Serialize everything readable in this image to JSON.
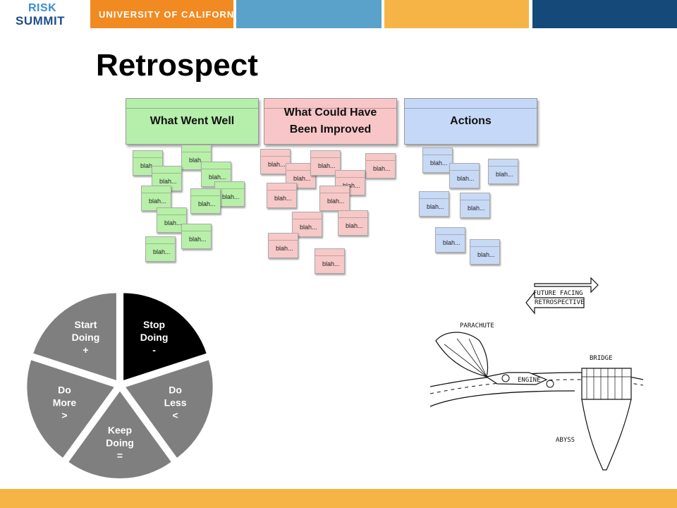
{
  "header": {
    "logo_line1": "RISK",
    "logo_line2": "SUMMIT",
    "org": "UNIVERSITY OF CALIFORNIA"
  },
  "slide": {
    "title": "Retrospect"
  },
  "board": {
    "columns": [
      {
        "label": "What Went Well",
        "color": "#b6eeac"
      },
      {
        "label": "What Could Have Been Improved",
        "color": "#f8c6c6"
      },
      {
        "label": "Actions",
        "color": "#c6d8f7"
      }
    ],
    "note_text": "blah..."
  },
  "pie": {
    "slices": [
      {
        "line1": "Stop",
        "line2": "Doing",
        "symbol": "-",
        "color": "#000000"
      },
      {
        "line1": "Do",
        "line2": "Less",
        "symbol": "<",
        "color": "#7f7f7f"
      },
      {
        "line1": "Keep",
        "line2": "Doing",
        "symbol": "=",
        "color": "#7f7f7f"
      },
      {
        "line1": "Do",
        "line2": "More",
        "symbol": ">",
        "color": "#7f7f7f"
      },
      {
        "line1": "Start",
        "line2": "Doing",
        "symbol": "+",
        "color": "#7f7f7f"
      }
    ]
  },
  "sketch": {
    "arrow_top": "FUTURE FACING",
    "arrow_bottom": "RETROSPECTIVE",
    "parachute": "PARACHUTE",
    "engine": "ENGINE",
    "bridge": "BRIDGE",
    "abyss": "ABYSS"
  },
  "colors": {
    "orange": "#f18a21",
    "blue": "#5aa2c9",
    "gold": "#f6b446",
    "navy": "#15497a"
  }
}
